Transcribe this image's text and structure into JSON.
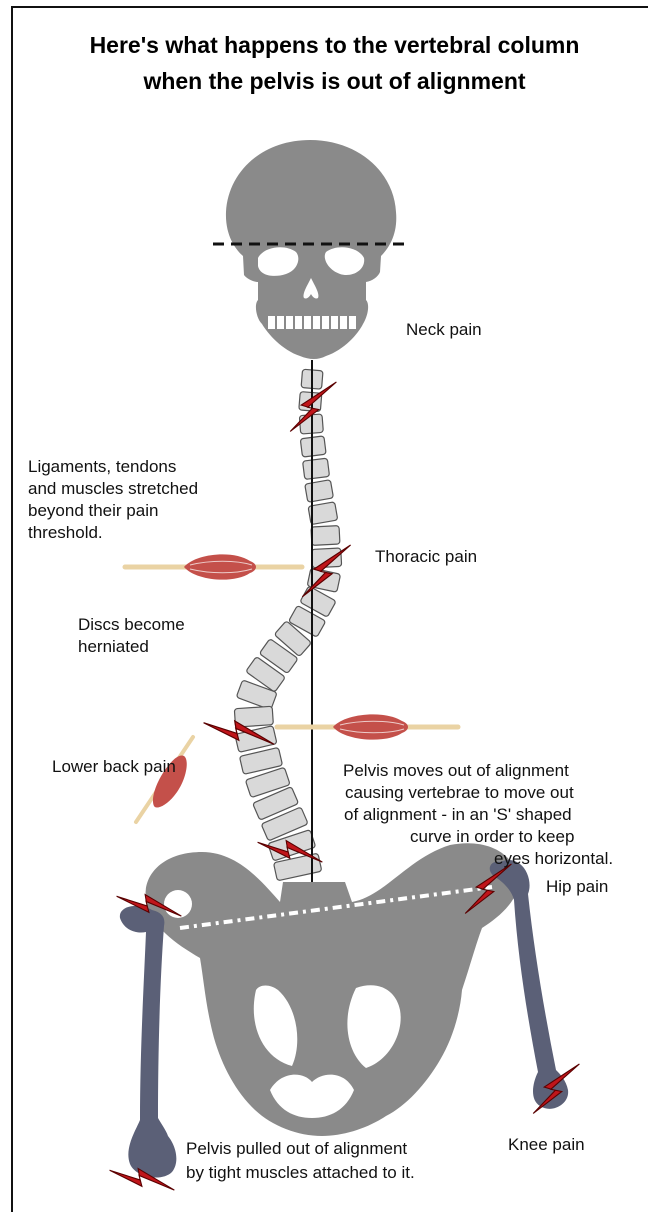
{
  "title": {
    "line1": "Here's what happens to the vertebral column",
    "line2": "when the pelvis is out of alignment"
  },
  "labels": {
    "neck_pain": "Neck pain",
    "ligaments": [
      "Ligaments, tendons",
      "and muscles stretched",
      "beyond their pain",
      "threshold."
    ],
    "thoracic_pain": "Thoracic pain",
    "discs": [
      "Discs become",
      "herniated"
    ],
    "lower_back_pain": "Lower back pain",
    "pelvis_moves": [
      "Pelvis moves out of alignment",
      "causing vertebrae to move out",
      "of alignment - in an 'S' shaped",
      "curve in order to keep",
      "eyes horizontal."
    ],
    "hip_pain": "Hip pain",
    "knee_pain": "Knee pain",
    "pelvis_pulled": [
      "Pelvis pulled out of alignment",
      "by tight muscles attached to it."
    ]
  },
  "colors": {
    "bone_gray": "#8a8a8a",
    "vertebra_fill": "#d9d9d9",
    "femur_blue": "#5b6077",
    "lightning_red": "#c0151a",
    "muscle_red": "#c4504a",
    "tendon_beige": "#ead3a4"
  },
  "icons": [
    "skull-icon",
    "vertebra-icon",
    "pelvis-icon",
    "femur-icon",
    "lightning-bolt-icon",
    "muscle-icon"
  ]
}
